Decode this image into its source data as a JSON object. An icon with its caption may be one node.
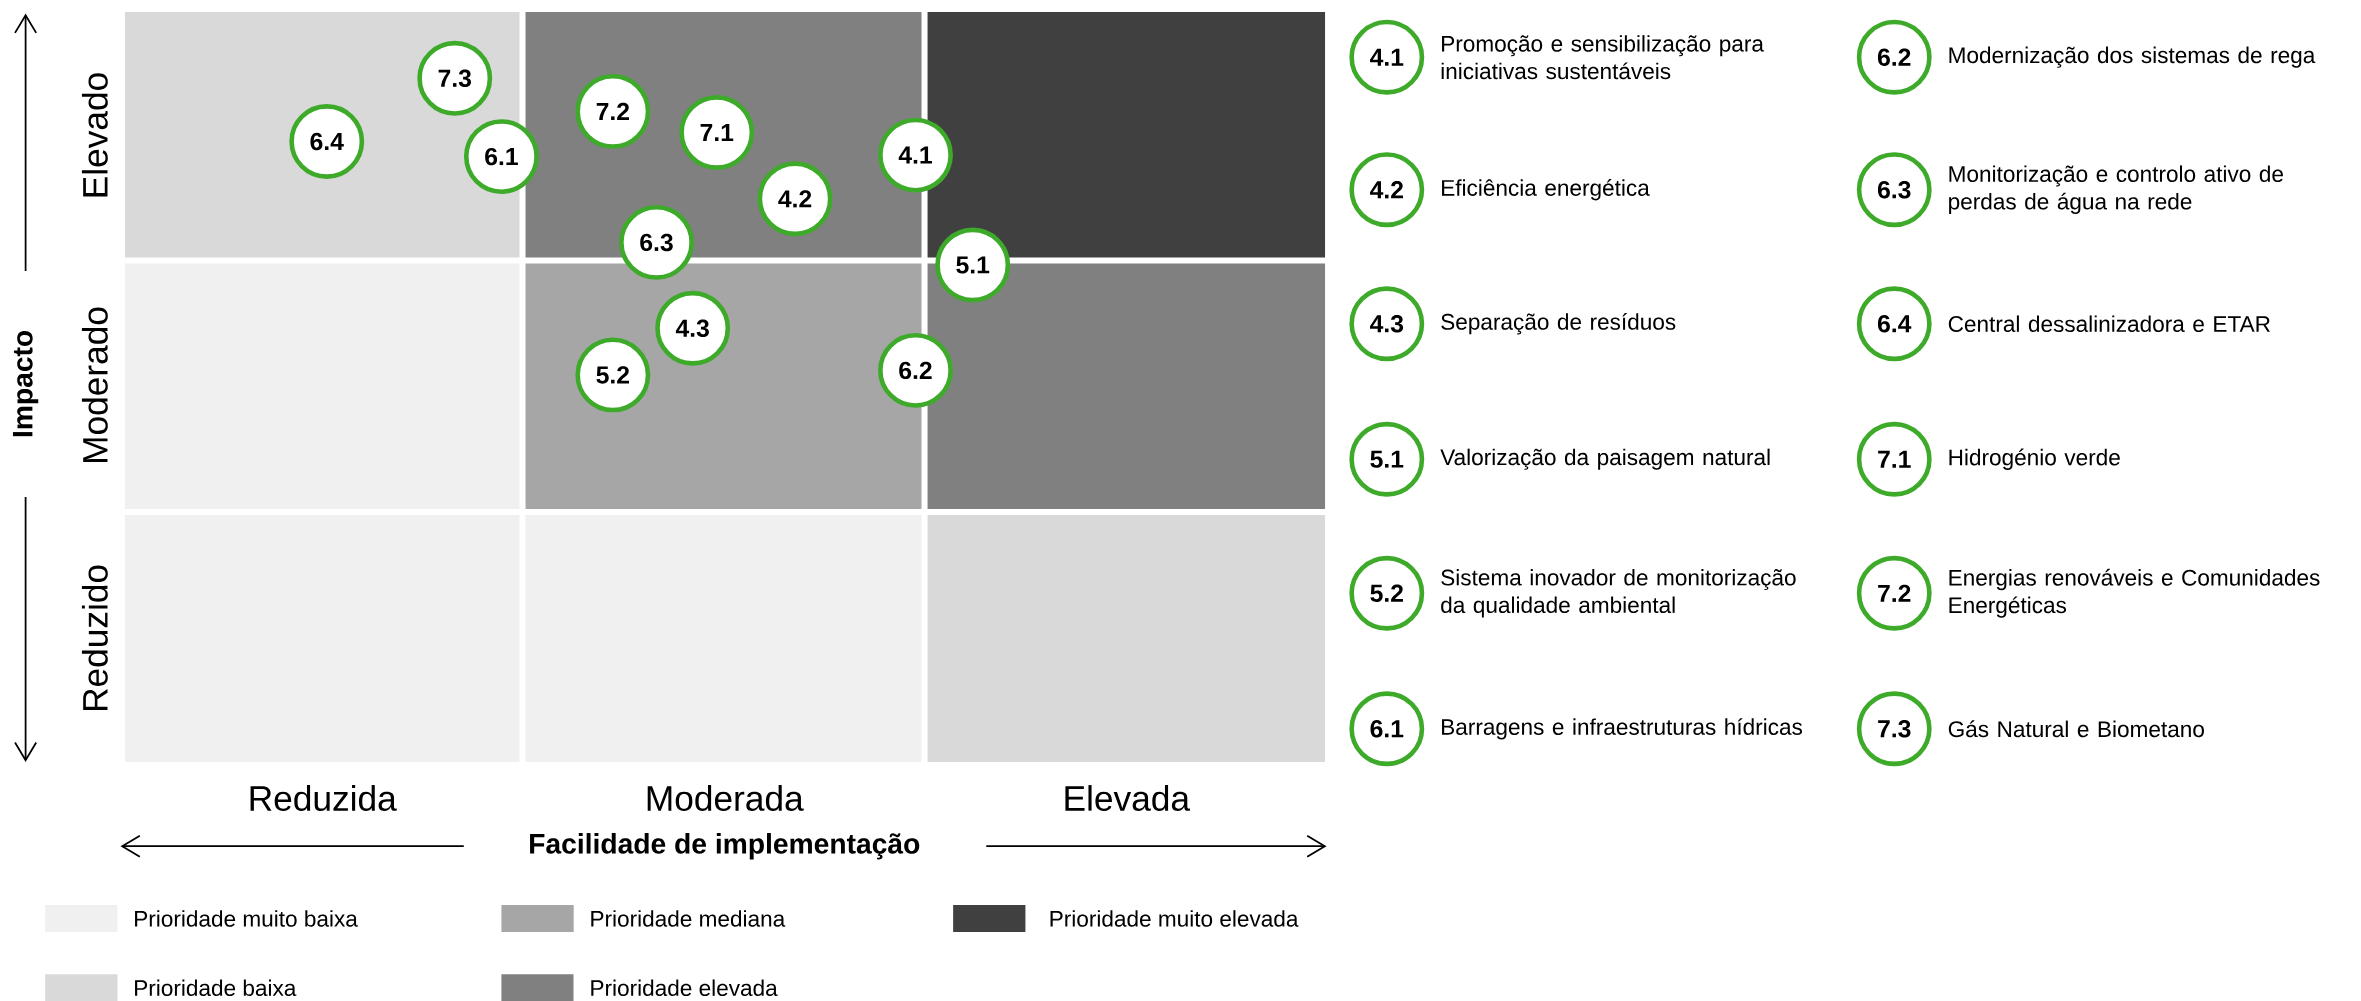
{
  "diagram": {
    "nodes": [
      {
        "text": [
          "7.3"
        ]
      },
      {
        "text": [
          "6.4"
        ]
      },
      {
        "text": [
          "6.1"
        ]
      },
      {
        "text": [
          "7.2"
        ]
      },
      {
        "text": [
          "7.1"
        ]
      },
      {
        "text": [
          "4.1"
        ]
      },
      {
        "text": [
          "4.2"
        ]
      },
      {
        "text": [
          "6.3"
        ]
      },
      {
        "text": [
          "5.1"
        ]
      },
      {
        "text": [
          "4.3"
        ]
      },
      {
        "text": [
          "6.2"
        ]
      },
      {
        "text": [
          "5.2"
        ]
      },
      {
        "text": [
          "4.1"
        ],
        "beside": [
          "Promoção e sensibilização para iniciativas sustentáveis"
        ]
      },
      {
        "text": [
          "6.2"
        ],
        "beside": [
          "Modernização dos sistemas de rega"
        ]
      },
      {
        "text": [
          "4.2"
        ],
        "beside": [
          "Eficiência energética"
        ]
      },
      {
        "text": [
          "6.3"
        ],
        "beside": [
          "Monitorização e controlo ativo de perdas de água na rede"
        ]
      },
      {
        "text": [
          "4.3"
        ],
        "beside": [
          "Separação de resíduos"
        ]
      },
      {
        "text": [
          "6.4"
        ],
        "beside": [
          "Central dessalinizadora e ETAR"
        ]
      },
      {
        "text": [
          "5.1"
        ],
        "beside": [
          "Valorização da paisagem natural"
        ]
      },
      {
        "text": [
          "7.1"
        ],
        "beside": [
          "Hidrogénio verde"
        ]
      },
      {
        "text": [
          "5.2"
        ],
        "beside": [
          "Sistema inovador de monitorização da qualidade ambiental"
        ]
      },
      {
        "text": [
          "7.2"
        ],
        "beside": [
          "Energias renováveis e Comunidades Energéticas"
        ]
      },
      {
        "text": [
          "6.1"
        ],
        "beside": [
          "Barragens e infraestruturas hídricas"
        ]
      },
      {
        "text": [
          "7.3"
        ],
        "beside": [
          "Gás Natural e Biometano"
        ]
      }
    ],
    "labels": [
      "Elevado",
      "Impacto",
      "Moderado",
      "Reduzido",
      "Reduzida",
      "Moderada",
      "Elevada",
      "Facilidade de implementação"
    ],
    "legend": [
      {
        "text": "Prioridade muito baixa",
        "color": "#f0f0f0"
      },
      {
        "text": "Prioridade baixa",
        "color": "#d9d9d9"
      },
      {
        "text": "Prioridade mediana",
        "color": "#a6a6a6"
      },
      {
        "text": "Prioridade elevada",
        "color": "#808080"
      },
      {
        "text": "Prioridade muito elevada",
        "color": "#404040"
      }
    ]
  }
}
